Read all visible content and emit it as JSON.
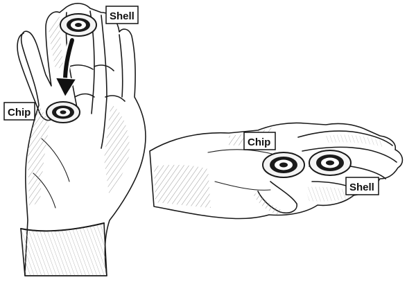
{
  "labels": {
    "left_top": "Shell",
    "left_bottom": "Chip",
    "right_chip": "Chip",
    "right_shell": "Shell"
  },
  "colors": {
    "ink": "#1a1a1a",
    "shade": "#9a9a9a",
    "paper": "#ffffff",
    "disc_light": "#f4f4f4"
  }
}
